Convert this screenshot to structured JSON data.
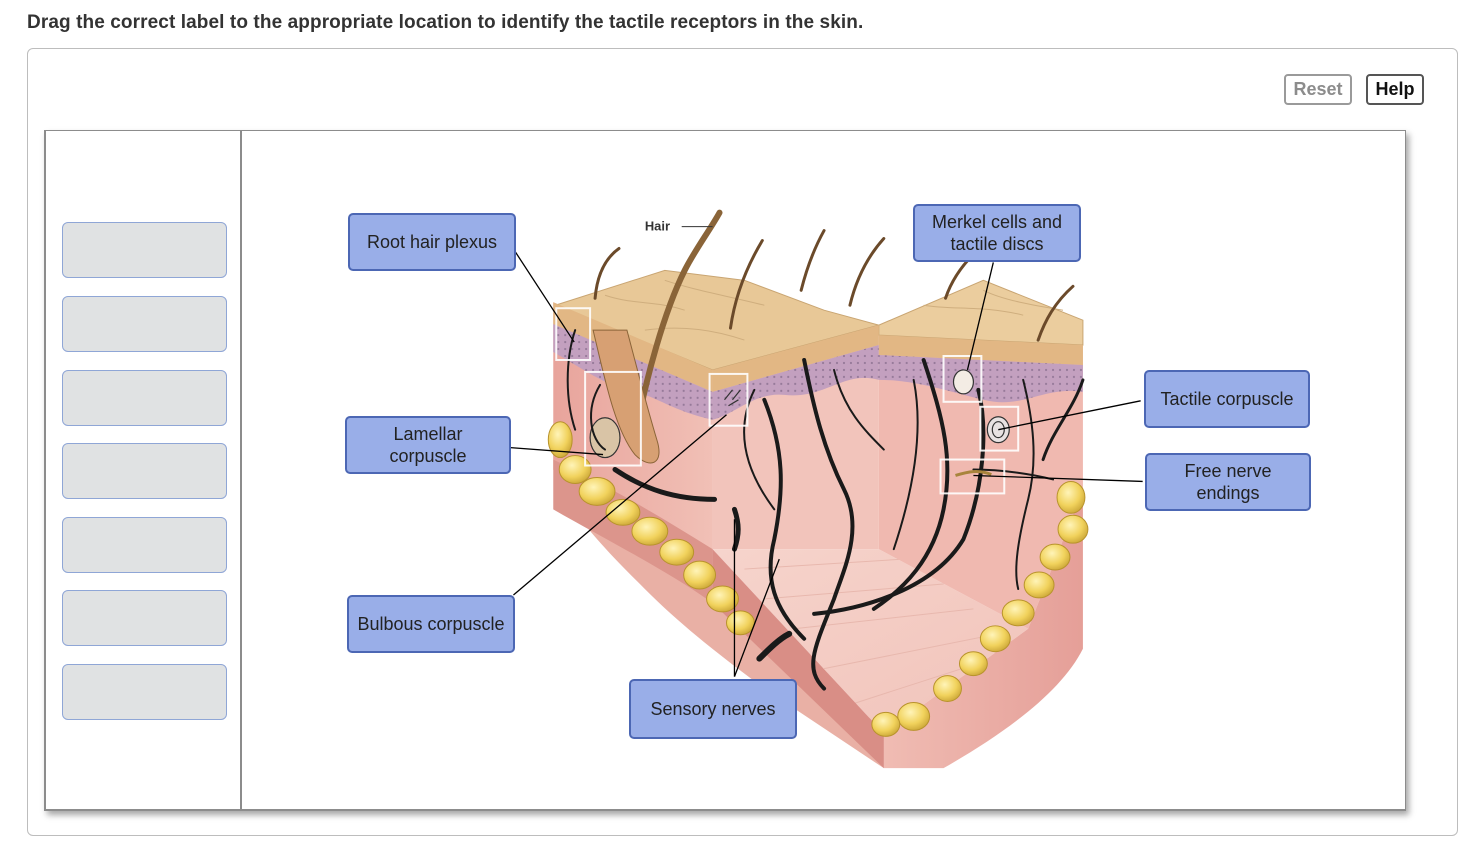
{
  "instruction": "Drag the correct label to the appropriate location to identify the tactile receptors in the skin.",
  "toolbar": {
    "reset_label": "Reset",
    "help_label": "Help"
  },
  "tray": {
    "slot_count": 7
  },
  "figure": {
    "hair_caption": "Hair"
  },
  "labels": {
    "root_hair_plexus": "Root hair plexus",
    "merkel_line1": "Merkel cells and",
    "merkel_line2": "tactile discs",
    "tactile_corpuscle": "Tactile corpuscle",
    "lamellar_line1": "Lamellar",
    "lamellar_line2": "corpuscle",
    "free_line1": "Free nerve",
    "free_line2": "endings",
    "bulbous_corpuscle": "Bulbous corpuscle",
    "sensory_nerves": "Sensory nerves"
  },
  "colors": {
    "label_fill": "#99aee8",
    "label_border": "#4c67b4",
    "tray_slot_fill": "#e0e2e3",
    "skin_surface": "#e7c796",
    "dermis": "#e9a9a2",
    "fat": "#f0d060"
  }
}
